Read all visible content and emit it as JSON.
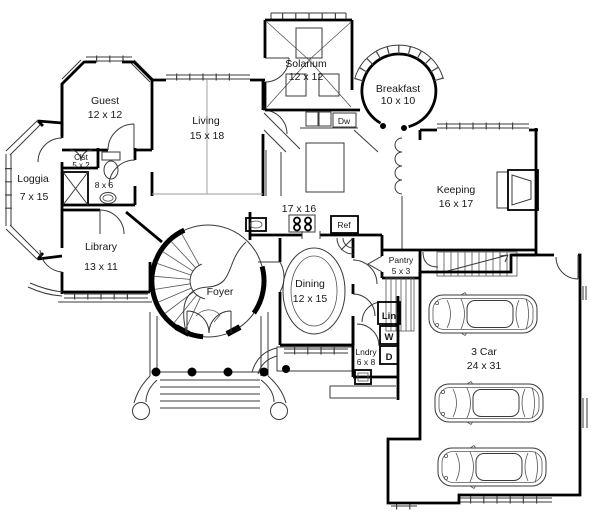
{
  "plan": {
    "background": "#ffffff",
    "ink": "#000000",
    "rooms": {
      "guest": {
        "name": "Guest",
        "dims": "12 x 12"
      },
      "living": {
        "name": "Living",
        "dims": "15 x 18"
      },
      "solarium": {
        "name": "Solarium",
        "dims": "12 x 12"
      },
      "breakfast": {
        "name": "Breakfast",
        "dims": "10 x 10"
      },
      "keeping": {
        "name": "Keeping",
        "dims": "16 x 17"
      },
      "loggia": {
        "name": "Loggia",
        "dims": "7 x 15"
      },
      "closet": {
        "name": "Clst",
        "dims": "5 x 2"
      },
      "bath": {
        "dims": "8 x 6"
      },
      "library": {
        "name": "Library",
        "dims": "13 x 11"
      },
      "foyer": {
        "name": "Foyer"
      },
      "kitchen": {
        "dims": "17 x 16"
      },
      "dining": {
        "name": "Dining",
        "dims": "12 x 15"
      },
      "pantry": {
        "name": "Pantry",
        "dims": "5 x 3"
      },
      "laundry": {
        "name": "Lndry",
        "dims": "6 x 8"
      },
      "garage": {
        "name": "3 Car",
        "dims": "24 x 31"
      }
    },
    "fixtures": {
      "dishwasher": "Dw",
      "refrigerator": "Ref",
      "linen": "Lin",
      "washer": "W",
      "dryer": "D"
    }
  }
}
